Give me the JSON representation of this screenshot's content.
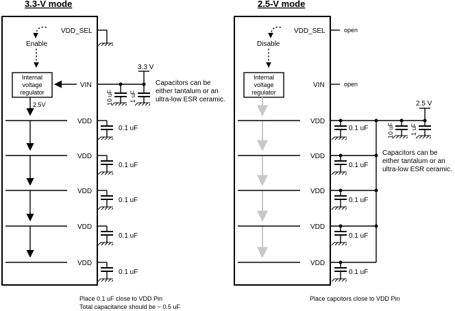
{
  "left": {
    "title": "3.3-V mode",
    "vdd_sel": "VDD_SEL",
    "action": "Enable",
    "regulator": [
      "Internal",
      "voltage",
      "regulator"
    ],
    "vin": "VIN",
    "supply": "3.3 V",
    "cap_note": [
      "Capacitors can be",
      "either tantalum or an",
      "ultra-low ESR ceramic."
    ],
    "bulk_caps": [
      "10 uF",
      "1 uF"
    ],
    "internal_voltage": "2.5V",
    "vdd": "VDD",
    "bypass_cap": "0.1 uF",
    "footer": [
      "Place 0.1 uF close to VDD Pin",
      "Total capacitance should be ~ 0.5 uF"
    ]
  },
  "right": {
    "title": "2.5-V mode",
    "vdd_sel": "VDD_SEL",
    "vdd_sel_state": "open",
    "action": "Disable",
    "regulator": [
      "Internal",
      "voltage",
      "regulator"
    ],
    "vin": "VIN",
    "vin_state": "open",
    "supply": "2.5 V",
    "cap_note": [
      "Capacitors can be",
      "either tantalum or an",
      "ultra-low ESR ceramic."
    ],
    "bulk_caps": [
      "10 uF",
      "1 uF"
    ],
    "vdd": "VDD",
    "bypass_cap": "0.1 uF",
    "footer": [
      "Place capcitors close to VDD Pin"
    ]
  }
}
